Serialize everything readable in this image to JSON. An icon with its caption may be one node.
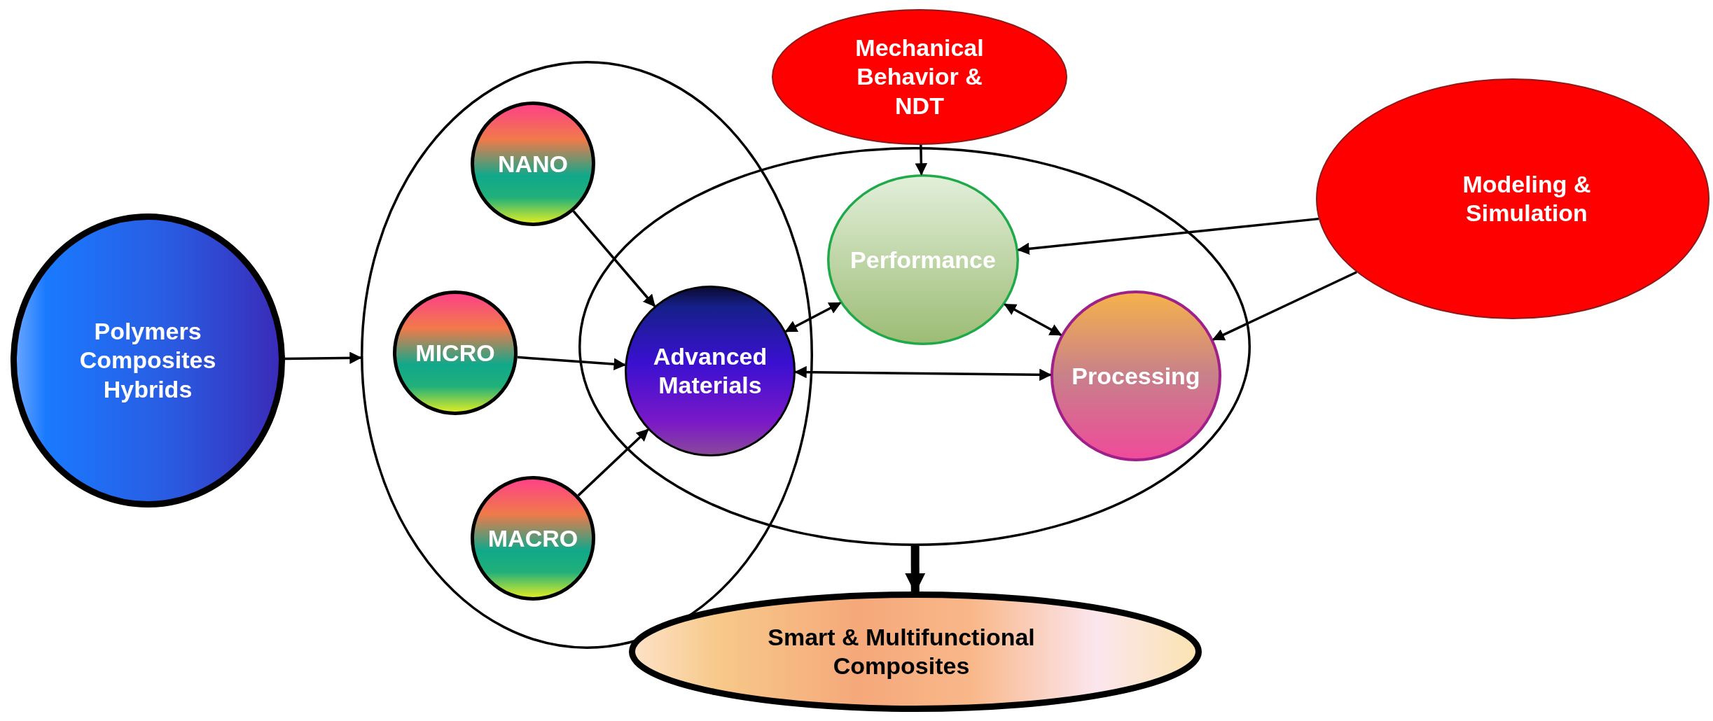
{
  "diagram": {
    "nodes": [
      {
        "text": [
          "Polymers Composites Hybrids"
        ]
      },
      {
        "text": [],
        "shape": "ellipse"
      },
      {
        "text": [
          "NANO"
        ],
        "in": 1
      },
      {
        "text": [
          "MICRO"
        ],
        "in": 1
      },
      {
        "text": [
          "MACRO"
        ],
        "in": 1
      },
      {
        "text": [],
        "shape": "ellipse"
      },
      {
        "text": [
          "Advanced Materials"
        ]
      },
      {
        "text": [
          "Performance"
        ],
        "in": 5
      },
      {
        "text": [
          "Processing"
        ],
        "in": 5
      },
      {
        "text": [
          "Mechanical Behavior & NDT"
        ]
      },
      {
        "text": [
          "Modeling & Simulation"
        ]
      },
      {
        "text": [
          "Smart & Multifunctional Composites"
        ]
      }
    ],
    "edges": [
      {
        "from": 0,
        "to": 1,
        "arrow": "to"
      },
      {
        "from": 2,
        "to": 6,
        "arrow": "to"
      },
      {
        "from": 3,
        "to": 6,
        "arrow": "to"
      },
      {
        "from": 4,
        "to": 6,
        "arrow": "to"
      },
      {
        "from": 6,
        "to": 7,
        "arrow": "both"
      },
      {
        "from": 7,
        "to": 8,
        "arrow": "both"
      },
      {
        "from": 6,
        "to": 8,
        "arrow": "both"
      },
      {
        "from": 9,
        "to": 7,
        "arrow": "to"
      },
      {
        "from": 10,
        "to": 7,
        "arrow": "to"
      },
      {
        "from": 10,
        "to": 8,
        "arrow": "to"
      },
      {
        "from": 5,
        "to": 11,
        "arrow": "to",
        "style": "thick"
      }
    ]
  }
}
